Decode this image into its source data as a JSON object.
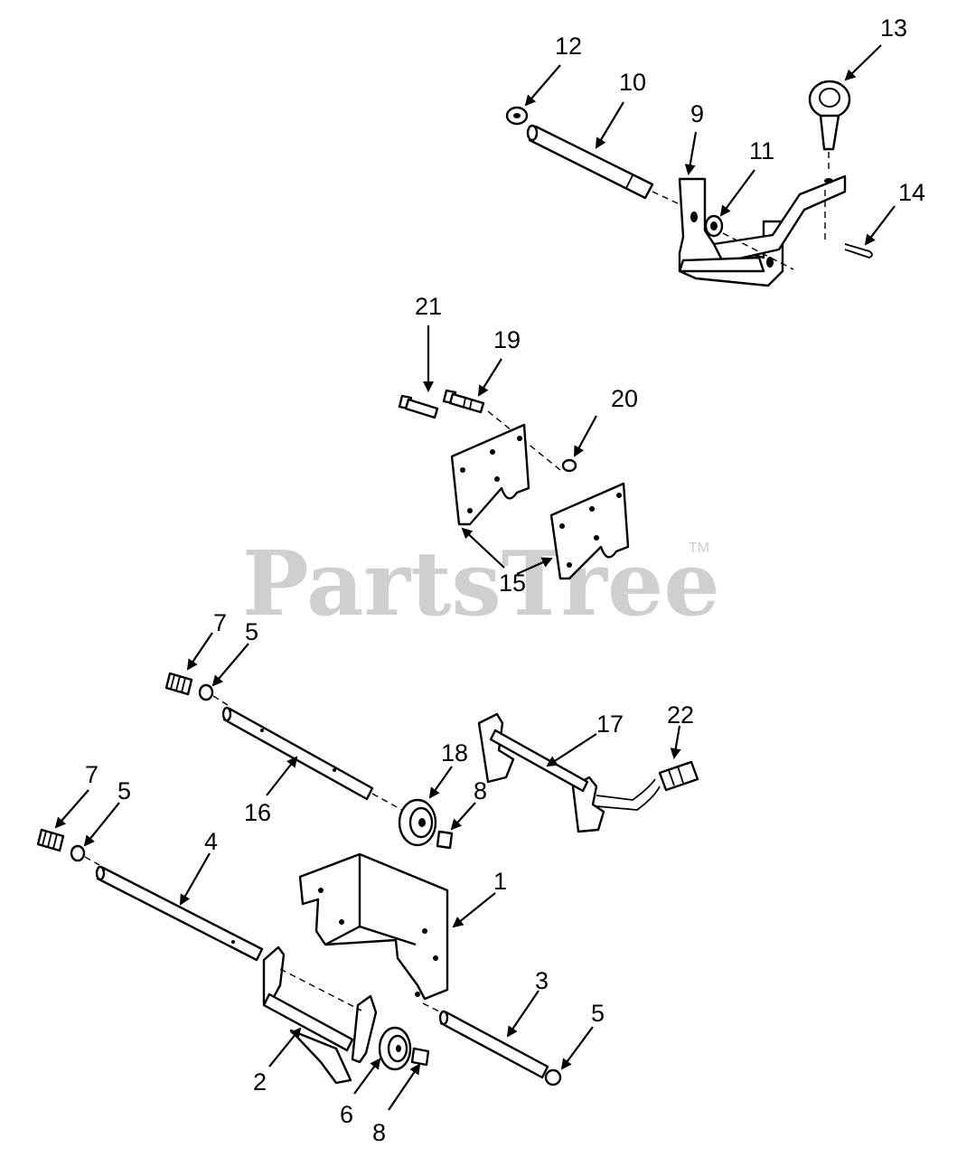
{
  "watermark": {
    "text": "PartsTree",
    "tm": "TM"
  },
  "callouts": [
    {
      "id": "12",
      "label": "12"
    },
    {
      "id": "10",
      "label": "10"
    },
    {
      "id": "9",
      "label": "9"
    },
    {
      "id": "11",
      "label": "11"
    },
    {
      "id": "13",
      "label": "13"
    },
    {
      "id": "14",
      "label": "14"
    },
    {
      "id": "21",
      "label": "21"
    },
    {
      "id": "19",
      "label": "19"
    },
    {
      "id": "20",
      "label": "20"
    },
    {
      "id": "15",
      "label": "15"
    },
    {
      "id": "7a",
      "label": "7"
    },
    {
      "id": "5a",
      "label": "5"
    },
    {
      "id": "22",
      "label": "22"
    },
    {
      "id": "17",
      "label": "17"
    },
    {
      "id": "18",
      "label": "18"
    },
    {
      "id": "8a",
      "label": "8"
    },
    {
      "id": "16",
      "label": "16"
    },
    {
      "id": "7b",
      "label": "7"
    },
    {
      "id": "5b",
      "label": "5"
    },
    {
      "id": "4",
      "label": "4"
    },
    {
      "id": "1",
      "label": "1"
    },
    {
      "id": "3",
      "label": "3"
    },
    {
      "id": "5c",
      "label": "5"
    },
    {
      "id": "2",
      "label": "2"
    },
    {
      "id": "6",
      "label": "6"
    },
    {
      "id": "8b",
      "label": "8"
    }
  ]
}
